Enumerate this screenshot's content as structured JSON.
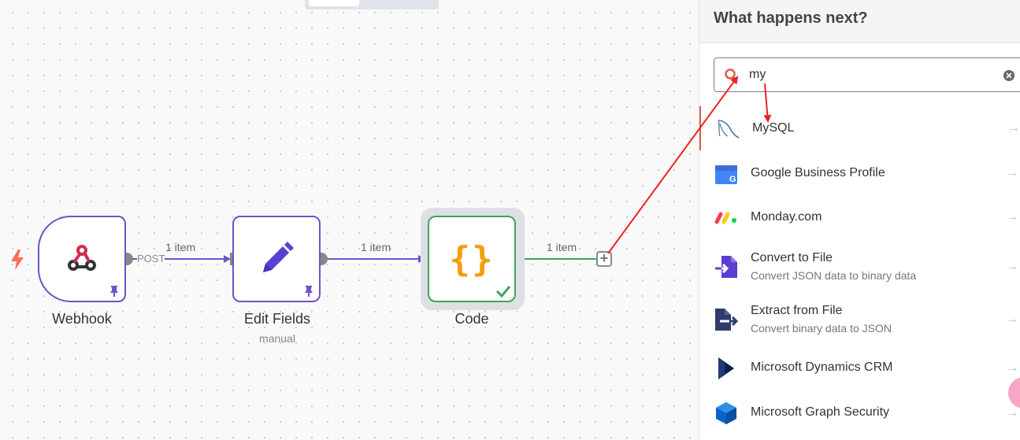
{
  "canvas": {
    "nodes": [
      {
        "id": "webhook",
        "label": "Webhook",
        "type": "trigger",
        "pinned": true,
        "icon": "webhook-icon"
      },
      {
        "id": "edit",
        "label": "Edit Fields",
        "sublabel": "manual",
        "pinned": true,
        "icon": "pencil-icon"
      },
      {
        "id": "code",
        "label": "Code",
        "status": "success",
        "icon": "braces-icon",
        "glyph": "{}"
      }
    ],
    "connections": [
      {
        "from": "webhook",
        "to": "edit",
        "label": "1 item",
        "branch": "POST"
      },
      {
        "from": "edit",
        "to": "code",
        "label": "1 item"
      },
      {
        "from": "code",
        "to": "add",
        "label": "1 item"
      }
    ],
    "add_button": "+"
  },
  "panel": {
    "title": "What happens next?",
    "search": {
      "value": "my",
      "placeholder": ""
    },
    "items": [
      {
        "name": "MySQL",
        "description": "",
        "icon": "mysql-icon"
      },
      {
        "name": "Google Business Profile",
        "description": "",
        "icon": "google-business-icon"
      },
      {
        "name": "Monday.com",
        "description": "",
        "icon": "monday-icon"
      },
      {
        "name": "Convert to File",
        "description": "Convert JSON data to binary data",
        "icon": "convert-file-icon"
      },
      {
        "name": "Extract from File",
        "description": "Convert binary data to JSON",
        "icon": "extract-file-icon"
      },
      {
        "name": "Microsoft Dynamics CRM",
        "description": "",
        "icon": "dynamics-icon"
      },
      {
        "name": "Microsoft Graph Security",
        "description": "",
        "icon": "graph-security-icon"
      }
    ],
    "item_arrow": "→"
  },
  "colors": {
    "accent": "#6e52c9",
    "success": "#3ba55c",
    "annotation": "#ee2222",
    "trigger": "#ff6d5a"
  }
}
